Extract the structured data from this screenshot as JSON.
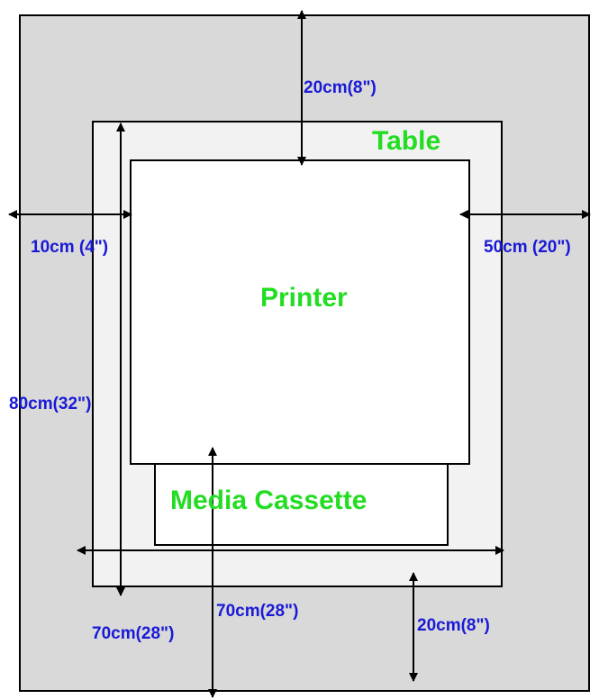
{
  "labels": {
    "table": "Table",
    "printer": "Printer",
    "media_cassette": "Media Cassette"
  },
  "dimensions": {
    "top_clearance": "20cm(8\")",
    "left_clearance": "10cm (4\")",
    "right_clearance": "50cm (20\")",
    "table_depth": "80cm(32\")",
    "table_width": "70cm(28\")",
    "front_clearance": "70cm(28\")",
    "bottom_clearance": "20cm(8\")"
  },
  "colors": {
    "outer_area": "#d9d9d9",
    "table": "#f2f2f2",
    "printer": "#ffffff",
    "outline": "#000000",
    "dimension_text": "#1a1ad6",
    "name_text": "#22dd22"
  }
}
